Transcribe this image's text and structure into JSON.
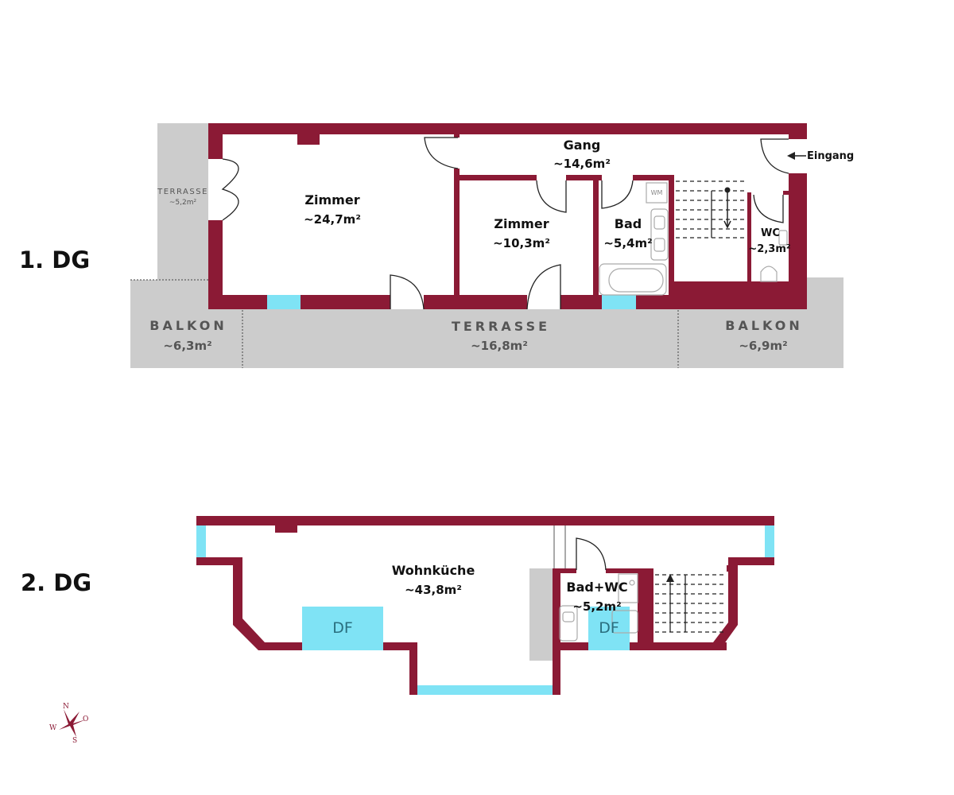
{
  "colors": {
    "wall": "#8b1a35",
    "window": "#7fe3f5",
    "outdoor": "#cccccc",
    "background": "#ffffff"
  },
  "floor1": {
    "label": "1. DG",
    "rooms": {
      "zimmer_large": {
        "name": "Zimmer",
        "area": "~24,7m²"
      },
      "gang": {
        "name": "Gang",
        "area": "~14,6m²"
      },
      "zimmer_small": {
        "name": "Zimmer",
        "area": "~10,3m²"
      },
      "bad": {
        "name": "Bad",
        "area": "~5,4m²"
      },
      "wc": {
        "name": "WC",
        "area": "~2,3m²"
      }
    },
    "outdoor": {
      "terrasse_small": {
        "name": "TERRASSE",
        "area": "~5,2m²"
      },
      "balkon_left": {
        "name": "BALKON",
        "area": "~6,3m²"
      },
      "terrasse_main": {
        "name": "TERRASSE",
        "area": "~16,8m²"
      },
      "balkon_right": {
        "name": "BALKON",
        "area": "~6,9m²"
      }
    },
    "entrance": "Eingang",
    "washer_label": "WM"
  },
  "floor2": {
    "label": "2. DG",
    "rooms": {
      "wohnkueche": {
        "name": "Wohnküche",
        "area": "~43,8m²"
      },
      "bad_wc": {
        "name": "Bad+WC",
        "area": "~5,2m²"
      }
    },
    "skylights": [
      "DF",
      "DF"
    ]
  },
  "compass": {
    "n": "N",
    "o": "O",
    "s": "S",
    "w": "W"
  }
}
